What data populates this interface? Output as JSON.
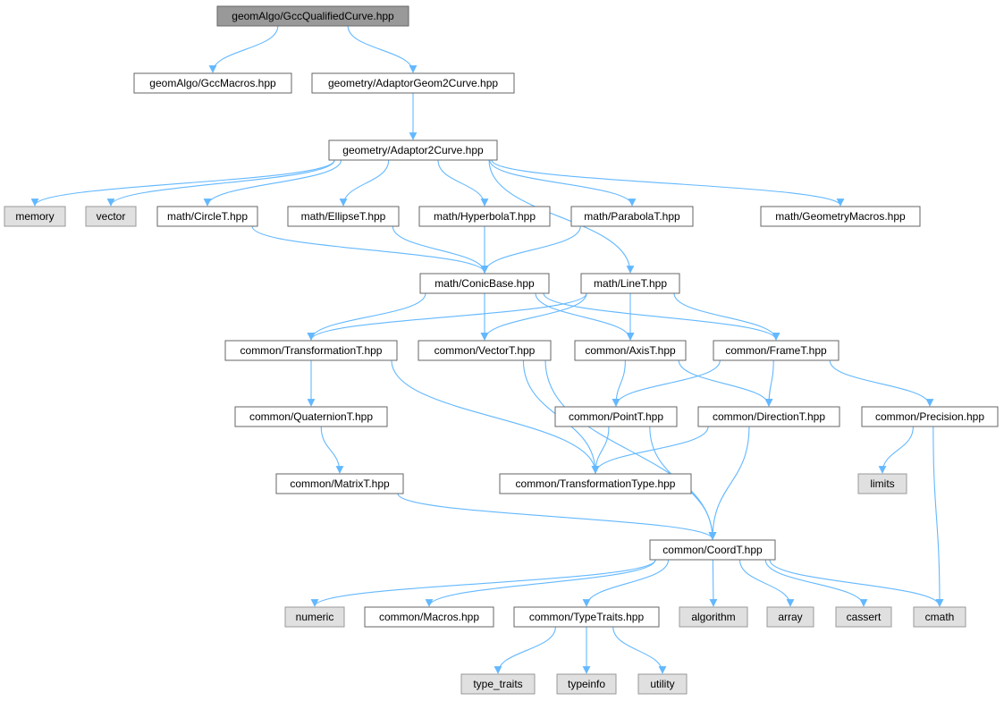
{
  "diagram": {
    "nodes": [
      {
        "id": "root",
        "label": "geomAlgo/GccQualifiedCurve.hpp",
        "kind": "root"
      },
      {
        "id": "gccmacros",
        "label": "geomAlgo/GccMacros.hpp",
        "kind": "local"
      },
      {
        "id": "adgeom2",
        "label": "geometry/AdaptorGeom2Curve.hpp",
        "kind": "local"
      },
      {
        "id": "ad2",
        "label": "geometry/Adaptor2Curve.hpp",
        "kind": "local"
      },
      {
        "id": "memory",
        "label": "memory",
        "kind": "system"
      },
      {
        "id": "vector",
        "label": "vector",
        "kind": "system"
      },
      {
        "id": "circle",
        "label": "math/CircleT.hpp",
        "kind": "local"
      },
      {
        "id": "ellipse",
        "label": "math/EllipseT.hpp",
        "kind": "local"
      },
      {
        "id": "hyperbola",
        "label": "math/HyperbolaT.hpp",
        "kind": "local"
      },
      {
        "id": "parabola",
        "label": "math/ParabolaT.hpp",
        "kind": "local"
      },
      {
        "id": "geommacros",
        "label": "math/GeometryMacros.hpp",
        "kind": "local"
      },
      {
        "id": "conic",
        "label": "math/ConicBase.hpp",
        "kind": "local"
      },
      {
        "id": "line",
        "label": "math/LineT.hpp",
        "kind": "local"
      },
      {
        "id": "transf",
        "label": "common/TransformationT.hpp",
        "kind": "local"
      },
      {
        "id": "vectort",
        "label": "common/VectorT.hpp",
        "kind": "local"
      },
      {
        "id": "axis",
        "label": "common/AxisT.hpp",
        "kind": "local"
      },
      {
        "id": "frame",
        "label": "common/FrameT.hpp",
        "kind": "local"
      },
      {
        "id": "quat",
        "label": "common/QuaternionT.hpp",
        "kind": "local"
      },
      {
        "id": "point",
        "label": "common/PointT.hpp",
        "kind": "local"
      },
      {
        "id": "direction",
        "label": "common/DirectionT.hpp",
        "kind": "local"
      },
      {
        "id": "precision",
        "label": "common/Precision.hpp",
        "kind": "local"
      },
      {
        "id": "matrix",
        "label": "common/MatrixT.hpp",
        "kind": "local"
      },
      {
        "id": "transtype",
        "label": "common/TransformationType.hpp",
        "kind": "local"
      },
      {
        "id": "limits",
        "label": "limits",
        "kind": "system"
      },
      {
        "id": "coord",
        "label": "common/CoordT.hpp",
        "kind": "local"
      },
      {
        "id": "numeric",
        "label": "numeric",
        "kind": "system"
      },
      {
        "id": "macros",
        "label": "common/Macros.hpp",
        "kind": "local"
      },
      {
        "id": "typetraits",
        "label": "common/TypeTraits.hpp",
        "kind": "local"
      },
      {
        "id": "algorithm",
        "label": "algorithm",
        "kind": "system"
      },
      {
        "id": "array",
        "label": "array",
        "kind": "system"
      },
      {
        "id": "cassert",
        "label": "cassert",
        "kind": "system"
      },
      {
        "id": "cmath",
        "label": "cmath",
        "kind": "system"
      },
      {
        "id": "type_traits",
        "label": "type_traits",
        "kind": "system"
      },
      {
        "id": "typeinfo",
        "label": "typeinfo",
        "kind": "system"
      },
      {
        "id": "utility",
        "label": "utility",
        "kind": "system"
      }
    ],
    "edges": [
      [
        "root",
        "gccmacros"
      ],
      [
        "root",
        "adgeom2"
      ],
      [
        "adgeom2",
        "ad2"
      ],
      [
        "ad2",
        "memory"
      ],
      [
        "ad2",
        "vector"
      ],
      [
        "ad2",
        "circle"
      ],
      [
        "ad2",
        "ellipse"
      ],
      [
        "ad2",
        "hyperbola"
      ],
      [
        "ad2",
        "parabola"
      ],
      [
        "ad2",
        "line"
      ],
      [
        "ad2",
        "geommacros"
      ],
      [
        "circle",
        "conic"
      ],
      [
        "ellipse",
        "conic"
      ],
      [
        "hyperbola",
        "conic"
      ],
      [
        "parabola",
        "conic"
      ],
      [
        "conic",
        "transf"
      ],
      [
        "conic",
        "vectort"
      ],
      [
        "conic",
        "axis"
      ],
      [
        "conic",
        "frame"
      ],
      [
        "line",
        "transf"
      ],
      [
        "line",
        "vectort"
      ],
      [
        "line",
        "axis"
      ],
      [
        "line",
        "frame"
      ],
      [
        "transf",
        "quat"
      ],
      [
        "transf",
        "transtype"
      ],
      [
        "quat",
        "matrix"
      ],
      [
        "matrix",
        "coord"
      ],
      [
        "vectort",
        "transtype"
      ],
      [
        "vectort",
        "coord"
      ],
      [
        "axis",
        "point"
      ],
      [
        "axis",
        "direction"
      ],
      [
        "frame",
        "point"
      ],
      [
        "frame",
        "direction"
      ],
      [
        "frame",
        "precision"
      ],
      [
        "point",
        "transtype"
      ],
      [
        "point",
        "coord"
      ],
      [
        "direction",
        "transtype"
      ],
      [
        "direction",
        "coord"
      ],
      [
        "precision",
        "limits"
      ],
      [
        "precision",
        "cmath"
      ],
      [
        "coord",
        "numeric"
      ],
      [
        "coord",
        "macros"
      ],
      [
        "coord",
        "typetraits"
      ],
      [
        "coord",
        "algorithm"
      ],
      [
        "coord",
        "array"
      ],
      [
        "coord",
        "cassert"
      ],
      [
        "coord",
        "cmath"
      ],
      [
        "typetraits",
        "type_traits"
      ],
      [
        "typetraits",
        "typeinfo"
      ],
      [
        "typetraits",
        "utility"
      ]
    ],
    "colors": {
      "edge": "#63b8ff",
      "root_fill": "#999999",
      "system_fill": "#e0e0e0",
      "local_fill": "#ffffff",
      "border": "#666666"
    }
  }
}
